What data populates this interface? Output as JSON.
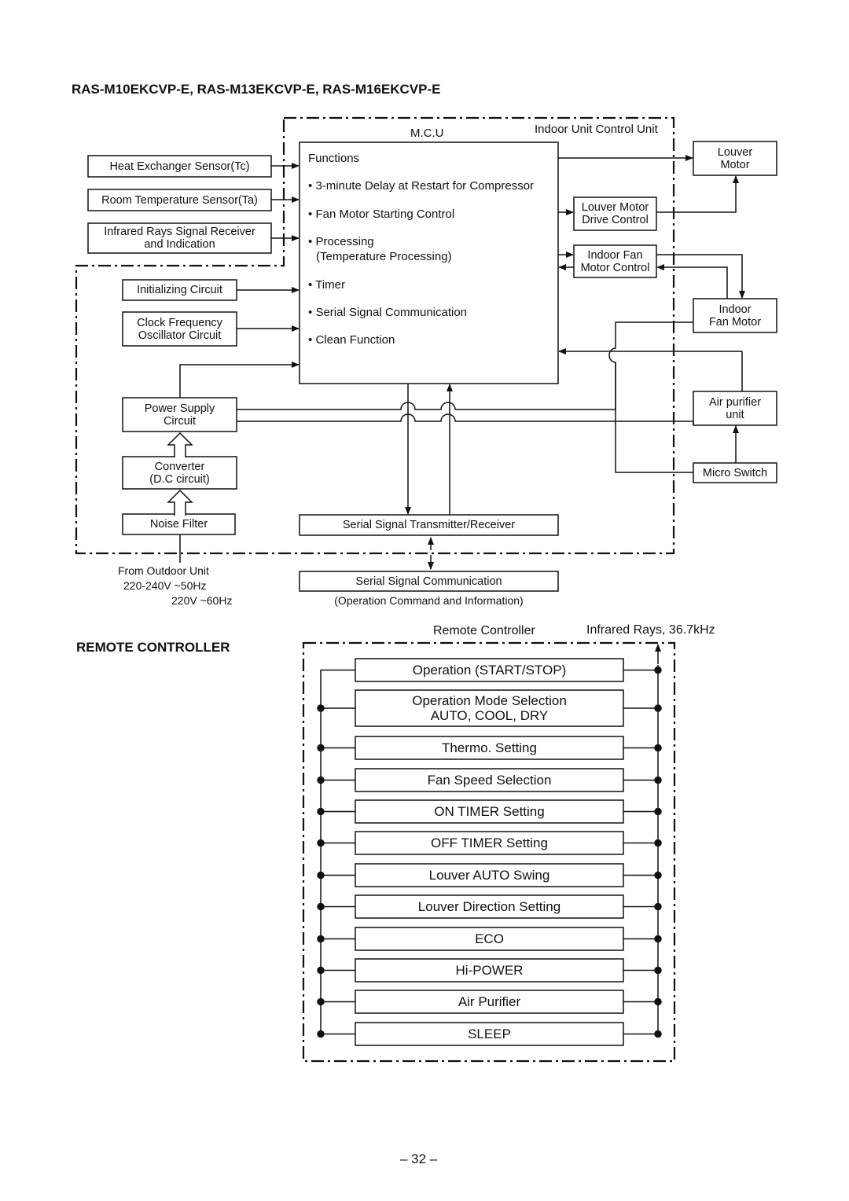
{
  "header": {
    "title": "RAS-M10EKCVP-E, RAS-M13EKCVP-E, RAS-M16EKCVP-E"
  },
  "indoor": {
    "unit_label": "Indoor Unit Control Unit",
    "mcu": {
      "label": "M.C.U",
      "functions_title": "Functions",
      "functions": [
        "3-minute Delay at Restart for Compressor",
        "Fan Motor Starting Control",
        "Processing",
        "(Temperature Processing)",
        "Timer",
        "Serial Signal Communication",
        "Clean Function"
      ],
      "bullet": "•"
    },
    "sensors": [
      "Heat Exchanger Sensor(Tc)",
      "Room Temperature Sensor(Ta)"
    ],
    "ir_receiver": [
      "Infrared Rays Signal Receiver",
      "and Indication"
    ],
    "init_circuit": "Initializing Circuit",
    "clock": [
      "Clock Frequency",
      "Oscillator Circuit"
    ],
    "power_supply": [
      "Power Supply",
      "Circuit"
    ],
    "converter": [
      "Converter",
      "(D.C circuit)"
    ],
    "noise_filter": "Noise Filter",
    "serial_tr": "Serial Signal Transmitter/Receiver",
    "louver_drive": [
      "Louver Motor",
      "Drive Control"
    ],
    "fan_control": [
      "Indoor Fan",
      "Motor Control"
    ],
    "louver_motor": [
      "Louver",
      "Motor"
    ],
    "indoor_fan_motor": [
      "Indoor",
      "Fan Motor"
    ],
    "air_purifier": [
      "Air purifier",
      "unit"
    ],
    "micro_switch": "Micro Switch"
  },
  "outdoor": {
    "source": [
      "From Outdoor Unit",
      "220-240V  ~50Hz",
      "220V  ~60Hz"
    ]
  },
  "serial_comm": {
    "label": "Serial Signal Communication",
    "caption": "(Operation Command and Information)"
  },
  "remote": {
    "section_title": "REMOTE CONTROLLER",
    "label": "Remote Controller",
    "ir": "Infrared Rays, 36.7kHz",
    "functions": [
      [
        "Operation (START/STOP)"
      ],
      [
        "Operation Mode Selection",
        "AUTO, COOL, DRY"
      ],
      [
        "Thermo. Setting"
      ],
      [
        "Fan Speed Selection"
      ],
      [
        "ON TIMER Setting"
      ],
      [
        "OFF TIMER Setting"
      ],
      [
        "Louver AUTO Swing"
      ],
      [
        "Louver Direction Setting"
      ],
      [
        "ECO"
      ],
      [
        "Hi-POWER"
      ],
      [
        "Air Purifier"
      ],
      [
        "SLEEP"
      ]
    ]
  },
  "footer": {
    "page_number": "– 32 –"
  }
}
